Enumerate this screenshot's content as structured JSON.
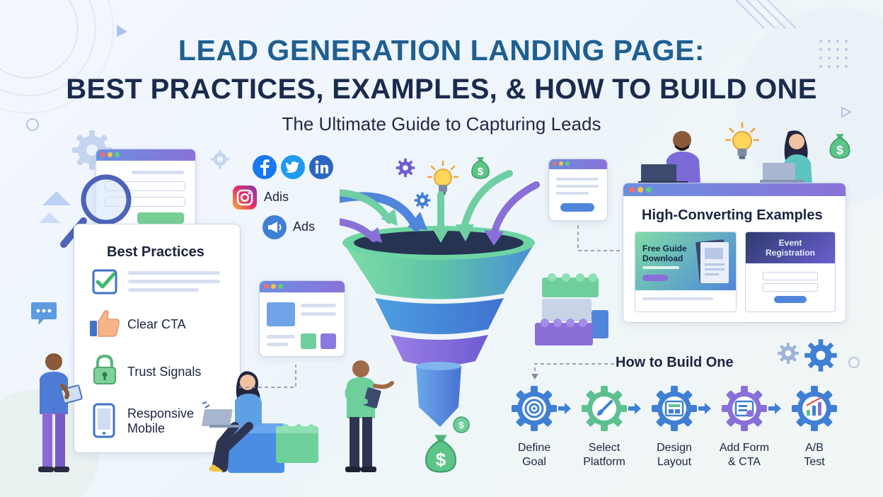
{
  "header": {
    "title_line1": "LEAD GENERATION LANDING PAGE:",
    "title_line2": "BEST PRACTICES, EXAMPLES, & HOW TO BUILD ONE",
    "subtitle": "The Ultimate Guide to Capturing Leads"
  },
  "sources": {
    "social_icons": [
      "facebook-icon",
      "twitter-icon",
      "linkedin-icon"
    ],
    "instagram_label": "Adis",
    "ads_label": "Ads"
  },
  "best_practices": {
    "title": "Best Practices",
    "items": [
      {
        "icon": "checkbox-icon",
        "label": ""
      },
      {
        "icon": "thumbs-up-icon",
        "label": "Clear CTA"
      },
      {
        "icon": "lock-icon",
        "label": "Trust Signals"
      },
      {
        "icon": "mobile-phone-icon",
        "label": "Responsive\nMobile"
      }
    ]
  },
  "examples": {
    "title": "High-Converting Examples",
    "card1_label": "Free Guide\nDownload",
    "card2_label": "Event\nRegistration"
  },
  "build": {
    "title": "How to Build One",
    "steps": [
      {
        "label": "Define\nGoal",
        "icon": "target-icon"
      },
      {
        "label": "Select\nPlatform",
        "icon": "brush-icon"
      },
      {
        "label": "Design\nLayout",
        "icon": "layout-icon"
      },
      {
        "label": "Add Form\n& CTA",
        "icon": "form-icon"
      },
      {
        "label": "A/B\nTest",
        "icon": "bar-chart-icon"
      }
    ]
  },
  "colors": {
    "title_blue": "#1f5f92",
    "title_dark": "#1a2b4d",
    "funnel_green": "#6ccf9a",
    "funnel_blue": "#4a8fd8",
    "funnel_purple": "#8a6fd8",
    "gear_blue": "#3f7fd4"
  }
}
